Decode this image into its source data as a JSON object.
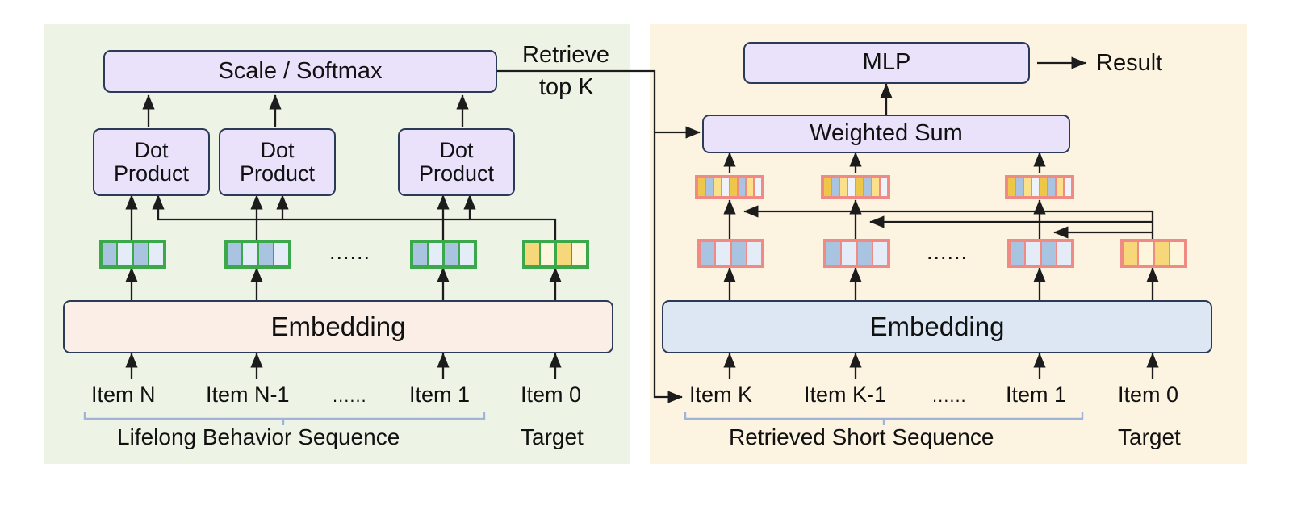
{
  "figure": {
    "title": "Two-stage lifelong user behavior retrieval and attention architecture",
    "colors": {
      "panel_left_bg": "#edf4e6",
      "panel_right_bg": "#fdf3e1",
      "process_box": "#e9e2fa",
      "embedding_left": "#fbeee6",
      "embedding_right": "#dce7f3",
      "border": "#2b3b57",
      "vector_border_green": "#3aa84b",
      "vector_border_pink": "#f08a84",
      "cell_blue": "#a8c4e0",
      "cell_blue_light": "#e4edf7",
      "cell_gold": "#eec64a",
      "cell_gold_light": "#fdf2cf",
      "cell_white": "#eef3f9",
      "arrow": "#1c1c1c",
      "brace": "#9fb4d8"
    }
  },
  "left_panel": {
    "name": "Lifelong Behavior Sequence stage",
    "softmax_box": "Scale / Softmax",
    "dot_product_boxes": [
      "Dot\nProduct",
      "Dot\nProduct",
      "Dot\nProduct"
    ],
    "dot_product_label_line1": "Dot",
    "dot_product_label_line2": "Product",
    "embedding_box": "Embedding",
    "ellipsis": "......",
    "items": [
      "Item N",
      "Item N-1",
      "Item 1",
      "Item 0"
    ],
    "sequence_label": "Lifelong Behavior Sequence",
    "target_label": "Target",
    "vectors": [
      {
        "kind": "behavior",
        "cells": [
          "#a8c4e0",
          "#e4edf7",
          "#a8c4e0",
          "#e4edf7"
        ]
      },
      {
        "kind": "behavior",
        "cells": [
          "#a8c4e0",
          "#e4edf7",
          "#a8c4e0",
          "#e4edf7"
        ]
      },
      {
        "kind": "behavior",
        "cells": [
          "#a8c4e0",
          "#e4edf7",
          "#a8c4e0",
          "#e4edf7"
        ]
      },
      {
        "kind": "target",
        "cells": [
          "#f6d87a",
          "#fdf6dd",
          "#f6d87a",
          "#fdf6dd"
        ]
      }
    ]
  },
  "connector": {
    "label_line1": "Retrieve",
    "label_line2": "top K"
  },
  "right_panel": {
    "name": "Retrieved Short Sequence stage",
    "mlp_box": "MLP",
    "result_label": "Result",
    "weighted_sum_box": "Weighted Sum",
    "embedding_box": "Embedding",
    "ellipsis": "......",
    "items": [
      "Item K",
      "Item K-1",
      "Item 1",
      "Item 0"
    ],
    "sequence_label": "Retrieved Short Sequence",
    "target_label": "Target",
    "weighted_vectors": [
      {
        "cells": [
          "#eec64a",
          "#a8c4e0",
          "#fbe08a",
          "#eef3f9",
          "#eec64a",
          "#a8c4e0",
          "#fbe08a",
          "#eef3f9"
        ]
      },
      {
        "cells": [
          "#eec64a",
          "#a8c4e0",
          "#fbe08a",
          "#eef3f9",
          "#eec64a",
          "#a8c4e0",
          "#fbe08a",
          "#eef3f9"
        ]
      },
      {
        "cells": [
          "#eec64a",
          "#a8c4e0",
          "#fbe08a",
          "#eef3f9",
          "#eec64a",
          "#a8c4e0",
          "#fbe08a",
          "#eef3f9"
        ]
      }
    ],
    "embedding_vectors": [
      {
        "kind": "behavior",
        "cells": [
          "#a8c4e0",
          "#e4edf7",
          "#a8c4e0",
          "#e4edf7"
        ]
      },
      {
        "kind": "behavior",
        "cells": [
          "#a8c4e0",
          "#e4edf7",
          "#a8c4e0",
          "#e4edf7"
        ]
      },
      {
        "kind": "behavior",
        "cells": [
          "#a8c4e0",
          "#e4edf7",
          "#a8c4e0",
          "#e4edf7"
        ]
      },
      {
        "kind": "target",
        "cells": [
          "#f6d87a",
          "#fdf6dd",
          "#f6d87a",
          "#fdf6dd"
        ]
      }
    ]
  }
}
